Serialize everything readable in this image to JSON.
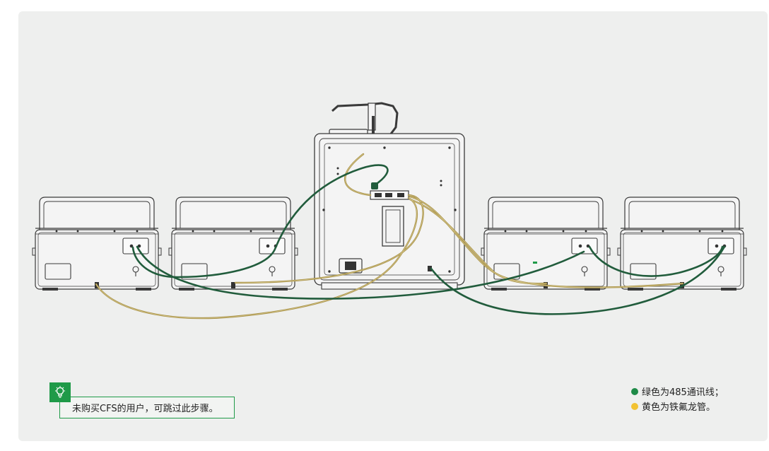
{
  "tip": {
    "text": "未购买CFS的用户，可跳过此步骤。",
    "icon": "lightbulb-icon"
  },
  "legend": [
    {
      "color": "#1e8a47",
      "text": "绿色为485通讯线；"
    },
    {
      "color": "#f2c232",
      "text": "黄色为铁氟龙管。"
    }
  ],
  "colors": {
    "panel": "#eeefee",
    "accent": "#1f9a48",
    "cable_485": "#215c3c",
    "ptfe_tube": "#a68f45",
    "outline": "#3a3a3a"
  }
}
